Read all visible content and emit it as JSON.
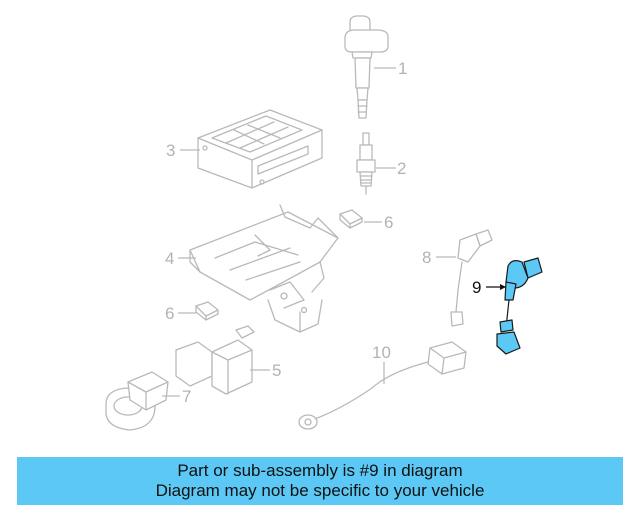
{
  "diagram": {
    "callouts": [
      "1",
      "2",
      "3",
      "4",
      "5",
      "6",
      "6",
      "7",
      "8",
      "9",
      "10"
    ],
    "highlighted_callout": "9",
    "colors": {
      "highlight": "#5bc8f5",
      "parts": "#b9b9b9",
      "labels": "#b3b3b3"
    }
  },
  "banner": {
    "line1": "Part or sub-assembly is #9 in diagram",
    "line2": "Diagram may not be specific to your vehicle"
  }
}
